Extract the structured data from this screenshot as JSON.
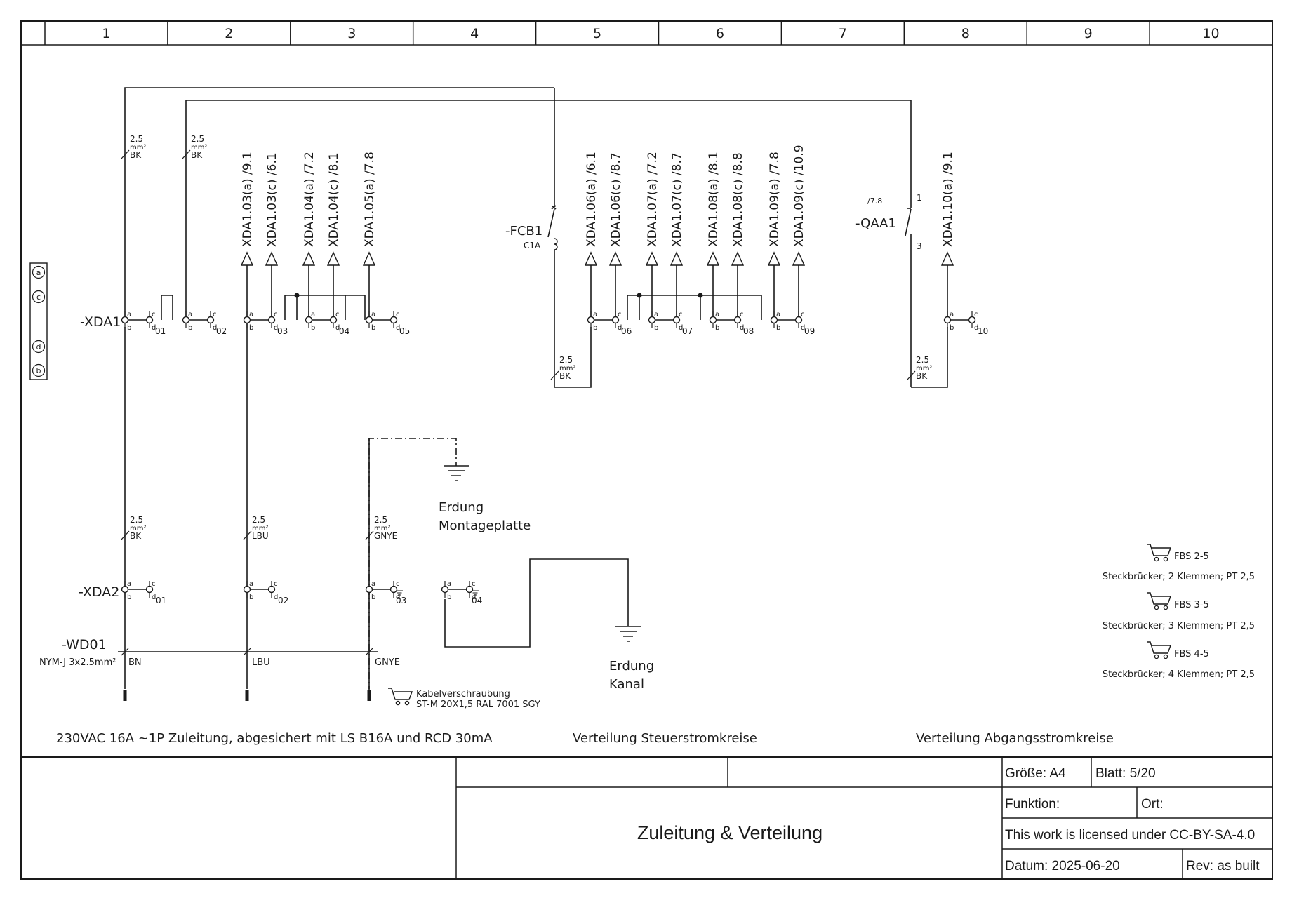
{
  "grid": {
    "columns": [
      "1",
      "2",
      "3",
      "4",
      "5",
      "6",
      "7",
      "8",
      "9",
      "10"
    ]
  },
  "wire_labels": {
    "w25_bk": [
      "2.5",
      "mm²",
      "BK"
    ],
    "w25_lbu": [
      "2.5",
      "mm²",
      "LBU"
    ],
    "w25_gnye": [
      "2.5",
      "mm²",
      "GNYE"
    ]
  },
  "terminal_strip_key": [
    "a",
    "c",
    "d",
    "b"
  ],
  "terminal_letters": {
    "a": "a",
    "b": "b",
    "c": "c",
    "d": "d"
  },
  "xda1": {
    "label": "-XDA1",
    "numbers": [
      "01",
      "02",
      "03",
      "04",
      "05",
      "06",
      "07",
      "08",
      "09",
      "10"
    ]
  },
  "xda1_refs": [
    "XDA1.03(a) /9.1",
    "XDA1.03(c) /6.1",
    "XDA1.04(a) /7.2",
    "XDA1.04(c) /8.1",
    "XDA1.05(a) /7.8",
    "XDA1.06(a) /6.1",
    "XDA1.06(c) /8.7",
    "XDA1.07(a) /7.2",
    "XDA1.07(c) /8.7",
    "XDA1.08(a) /8.1",
    "XDA1.08(c) /8.8",
    "XDA1.09(a) /7.8",
    "XDA1.09(c) /10.9",
    "XDA1.10(a) /9.1"
  ],
  "fcb1": {
    "label": "-FCB1",
    "rating": "C1A"
  },
  "qaa1": {
    "label": "-QAA1",
    "ref": "/7.8",
    "pin_top": "1",
    "pin_bottom": "3"
  },
  "xda2": {
    "label": "-XDA2",
    "numbers": [
      "01",
      "02",
      "03",
      "04"
    ]
  },
  "wd01": {
    "label": "-WD01",
    "type": "NYM-J 3x2.5mm²",
    "cores": [
      "BN",
      "LBU",
      "GNYE"
    ]
  },
  "earth_plate": {
    "line1": "Erdung",
    "line2": "Montageplatte"
  },
  "earth_channel": {
    "line1": "Erdung",
    "line2": "Kanal"
  },
  "cable_gland": {
    "line1": "Kabelverschraubung",
    "line2": "ST-M 20X1,5 RAL 7001 SGY"
  },
  "parts": [
    {
      "code": "FBS 2-5",
      "desc": "Steckbrücker; 2 Klemmen; PT 2,5"
    },
    {
      "code": "FBS 3-5",
      "desc": "Steckbrücker; 3 Klemmen; PT 2,5"
    },
    {
      "code": "FBS 4-5",
      "desc": "Steckbrücker; 4 Klemmen; PT 2,5"
    }
  ],
  "sections": {
    "feed": "230VAC 16A ~1P Zuleitung, abgesichert mit LS B16A und RCD 30mA",
    "control": "Verteilung Steuerstromkreise",
    "outgoing": "Verteilung Abgangsstromkreise"
  },
  "title_block": {
    "title": "Zuleitung & Verteilung",
    "size": "Größe: A4",
    "sheet": "Blatt: 5/20",
    "function": "Funktion:",
    "location": "Ort:",
    "license": "This work is licensed under CC-BY-SA-4.0",
    "date": "Datum: 2025-06-20",
    "revision": "Rev: as built"
  },
  "icons": [
    "cart-icon",
    "ground-icon",
    "breaker-icon",
    "switch-icon",
    "arrow-icon"
  ]
}
